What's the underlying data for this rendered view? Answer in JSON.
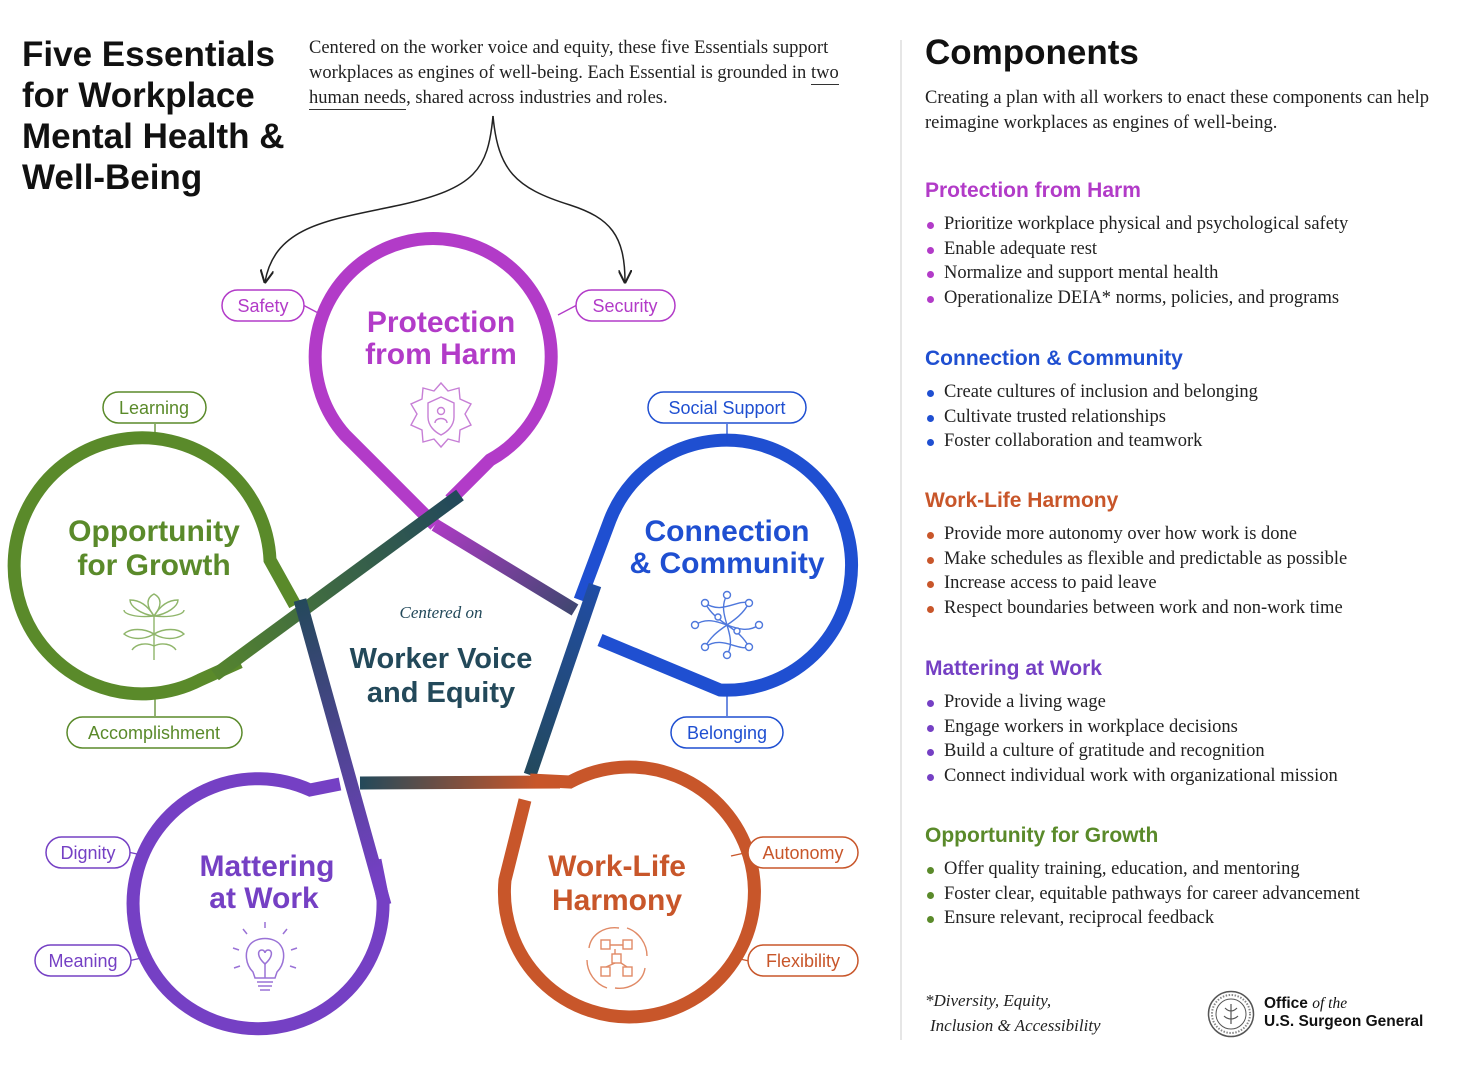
{
  "title": "Five Essentials for Workplace Mental Health & Well-Being",
  "intro": {
    "before": "Centered on the worker voice and equity, these five Essentials support workplaces as engines of well-being. Each Essential is grounded in ",
    "underlined": "two human needs",
    "after": ", shared across industries and roles."
  },
  "center": {
    "caption": "Centered on",
    "line1": "Worker Voice",
    "line2": "and Equity"
  },
  "essentials": {
    "protection": {
      "line1": "Protection",
      "line2": "from Harm",
      "color": "#b23bc8",
      "needs": [
        "Safety",
        "Security"
      ],
      "icon": "shield-person-icon"
    },
    "connection": {
      "line1": "Connection",
      "line2": "& Community",
      "color": "#1f4fd1",
      "needs": [
        "Social Support",
        "Belonging"
      ],
      "icon": "network-icon"
    },
    "worklife": {
      "line1": "Work-Life",
      "line2": "Harmony",
      "color": "#c8562a",
      "needs": [
        "Autonomy",
        "Flexibility"
      ],
      "icon": "cycle-icon"
    },
    "mattering": {
      "line1": "Mattering",
      "line2": "at Work",
      "color": "#7540c4",
      "needs": [
        "Dignity",
        "Meaning"
      ],
      "icon": "lightbulb-heart-icon"
    },
    "growth": {
      "line1": "Opportunity",
      "line2": "for Growth",
      "color": "#5a8a2a",
      "needs": [
        "Learning",
        "Accomplishment"
      ],
      "icon": "flower-icon"
    }
  },
  "center_color": "#23495a",
  "components": {
    "title": "Components",
    "subtitle": "Creating a plan with all workers to enact these components can help reimagine workplaces as engines of well-being.",
    "sections": [
      {
        "heading": "Protection from Harm",
        "color": "#b23bc8",
        "items": [
          "Prioritize workplace physical and psychological safety",
          "Enable adequate rest",
          "Normalize and support mental health",
          "Operationalize DEIA* norms, policies, and programs"
        ]
      },
      {
        "heading": "Connection & Community",
        "color": "#1f4fd1",
        "items": [
          "Create cultures of inclusion and belonging",
          "Cultivate trusted relationships",
          "Foster collaboration and teamwork"
        ]
      },
      {
        "heading": "Work-Life Harmony",
        "color": "#c8562a",
        "items": [
          "Provide more autonomy over how work is done",
          "Make schedules as flexible and predictable as possible",
          "Increase access to paid leave",
          "Respect boundaries between work and non-work time"
        ]
      },
      {
        "heading": "Mattering at Work",
        "color": "#7540c4",
        "items": [
          "Provide a living wage",
          "Engage workers in workplace decisions",
          "Build a culture of gratitude and recognition",
          "Connect individual work with organizational mission"
        ]
      },
      {
        "heading": "Opportunity for Growth",
        "color": "#5a8a2a",
        "items": [
          "Offer quality training, education, and mentoring",
          "Foster clear, equitable pathways for career advancement",
          "Ensure relevant, reciprocal feedback"
        ]
      }
    ]
  },
  "footnote": {
    "line1": "*Diversity, Equity,",
    "line2": "Inclusion & Accessibility"
  },
  "office": {
    "word1": "Office",
    "word2": "of the",
    "line2": "U.S. Surgeon General"
  },
  "seal_icon": "surgeon-general-seal-icon"
}
